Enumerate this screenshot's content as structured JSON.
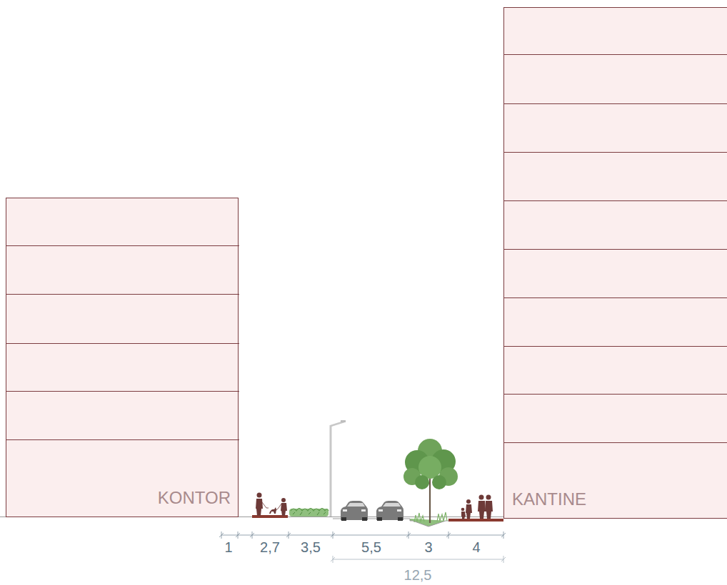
{
  "diagram": {
    "nodes": [
      {
        "text": [
          "KONTOR"
        ]
      },
      {
        "text": [
          "KANTINE"
        ]
      }
    ],
    "labels": [
      "1",
      "2,7",
      "3,5",
      "5,5",
      "3",
      "4",
      "12,5"
    ]
  }
}
